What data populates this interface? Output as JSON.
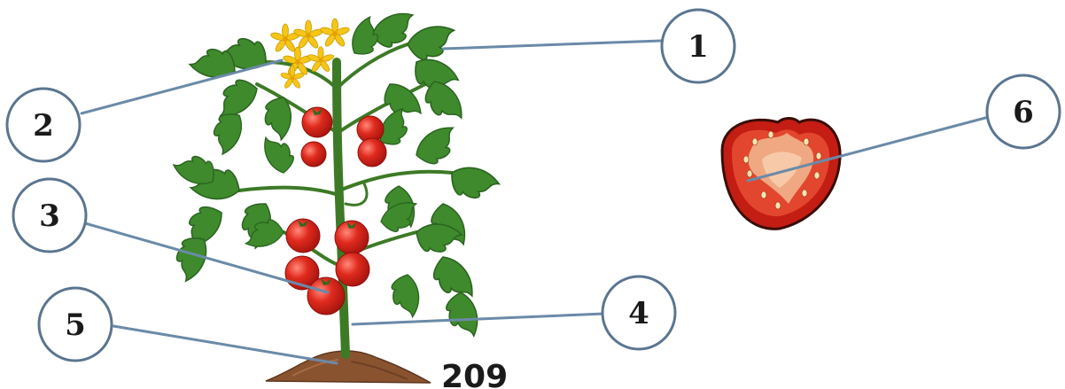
{
  "labels": [
    {
      "id": "1",
      "text": "1"
    },
    {
      "id": "2",
      "text": "2"
    },
    {
      "id": "3",
      "text": "3"
    },
    {
      "id": "4",
      "text": "4"
    },
    {
      "id": "5",
      "text": "5"
    },
    {
      "id": "6",
      "text": "6"
    }
  ],
  "page_number": "209",
  "colors": {
    "leaf": "#3f8a2c",
    "leaf_dark": "#2a6420",
    "stem": "#3d7a26",
    "tomato": "#d9261c",
    "tomato_highlight": "#ff7b6b",
    "flower": "#f5c518",
    "soil": "#8a5330",
    "callout_ring": "#5a7590",
    "callout_line": "#6a8aa8"
  }
}
